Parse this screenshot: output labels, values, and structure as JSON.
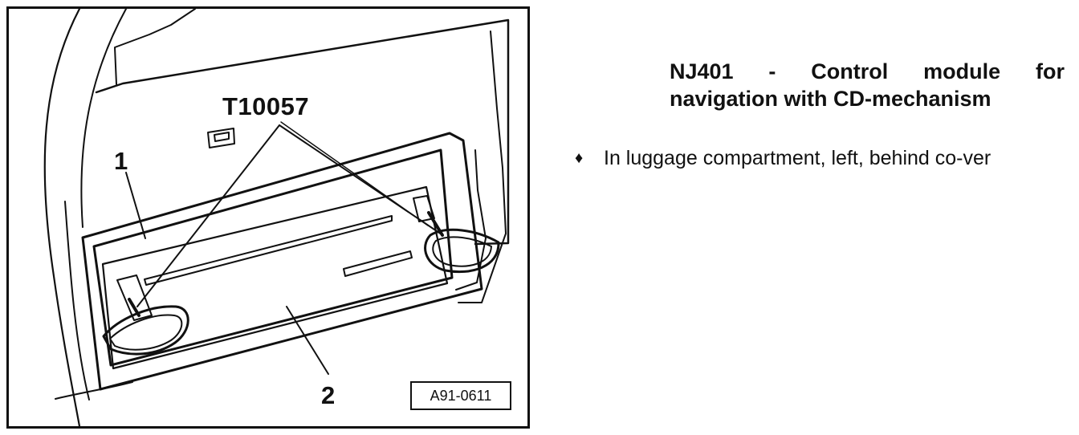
{
  "figure": {
    "callouts": {
      "tool": "T10057",
      "item_1": "1",
      "item_2": "2"
    },
    "code": "A91-0611"
  },
  "heading": {
    "line_1": "NJ401 - Control module for",
    "line_2": "navigation with CD-mechanism"
  },
  "bullets": [
    {
      "icon": "diamond-bullet-icon",
      "text": "In luggage compartment, left, behind co-ver"
    }
  ],
  "colors": {
    "ink": "#111111",
    "paper": "#ffffff"
  }
}
